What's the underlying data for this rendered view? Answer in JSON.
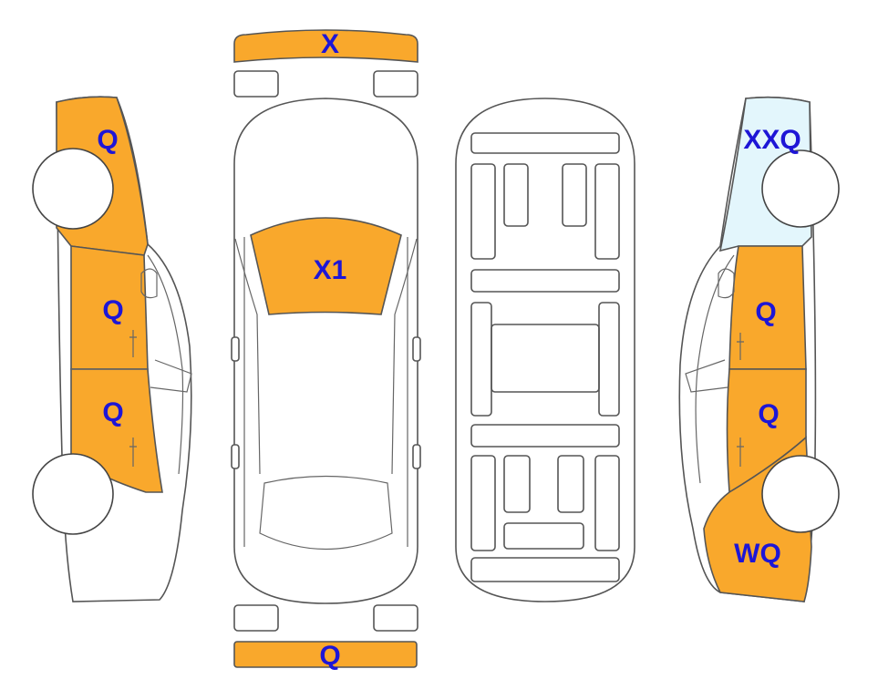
{
  "colors": {
    "damaged": "#F9A82C",
    "glass_light": "#E3F6FC",
    "label": "#1E16D6",
    "outline": "#555555"
  },
  "labels": {
    "front_bumper": "X",
    "windshield": "X1",
    "rear_bumper": "Q",
    "left_front_fender": "Q",
    "left_front_door": "Q",
    "left_rear_door": "Q",
    "right_rear_quarter": "XXQ",
    "right_rear_door": "Q",
    "right_front_door": "Q",
    "right_front_fender": "WQ"
  }
}
